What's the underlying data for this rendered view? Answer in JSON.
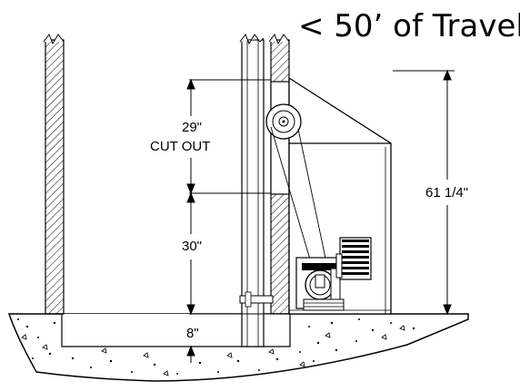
{
  "title": "< 50’ of Travel",
  "dimensions": {
    "cutout_height": "29\"",
    "cutout_label": "CUT OUT",
    "upper_height": "30\"",
    "pit_depth": "8\"",
    "unit_height": "61 1/4\""
  }
}
